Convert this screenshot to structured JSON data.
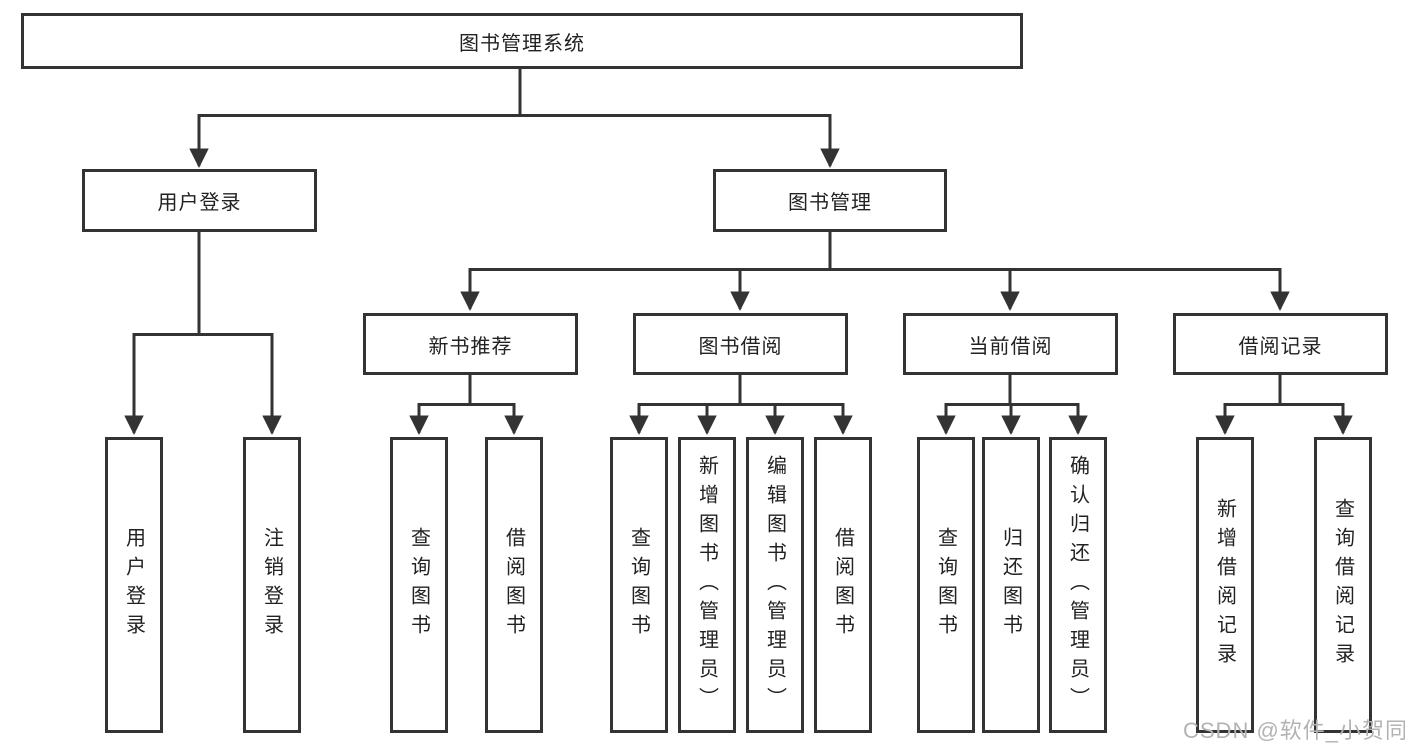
{
  "diagram": {
    "root": {
      "label": "图书管理系统"
    },
    "branches": [
      {
        "label": "用户登录",
        "children": [
          {
            "label": "用户登录"
          },
          {
            "label": "注销登录"
          }
        ]
      },
      {
        "label": "图书管理",
        "children": [
          {
            "label": "新书推荐",
            "children": [
              {
                "label": "查询图书"
              },
              {
                "label": "借阅图书"
              }
            ]
          },
          {
            "label": "图书借阅",
            "children": [
              {
                "label": "查询图书"
              },
              {
                "label": "新增图书（管理员）"
              },
              {
                "label": "编辑图书（管理员）"
              },
              {
                "label": "借阅图书"
              }
            ]
          },
          {
            "label": "当前借阅",
            "children": [
              {
                "label": "查询图书"
              },
              {
                "label": "归还图书"
              },
              {
                "label": "确认归还（管理员）"
              }
            ]
          },
          {
            "label": "借阅记录",
            "children": [
              {
                "label": "新增借阅记录"
              },
              {
                "label": "查询借阅记录"
              }
            ]
          }
        ]
      }
    ]
  },
  "watermark": {
    "text": "CSDN @软件_小贺同学"
  },
  "colors": {
    "line": "#333333",
    "text": "#222222",
    "watermark": "#b3b3b3",
    "background": "#ffffff"
  }
}
